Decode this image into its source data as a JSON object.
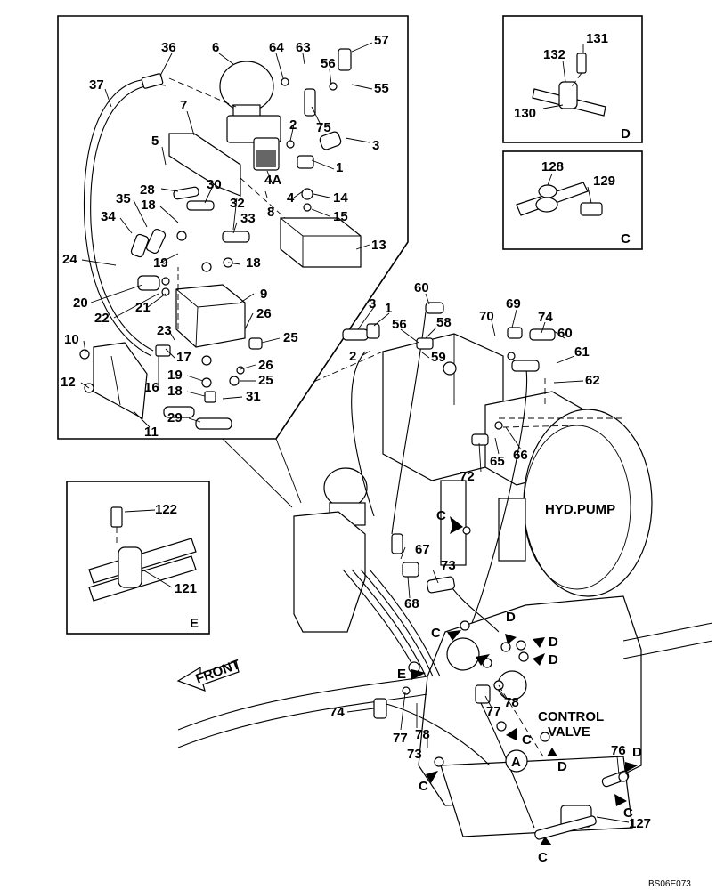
{
  "diagram": {
    "drawing_code": "BS06E073",
    "labels": {
      "hyd_pump": "HYD.PUMP",
      "control_valve_line1": "CONTROL",
      "control_valve_line2": "VALVE",
      "front": "FRONT",
      "detail_a": "A"
    },
    "detail_boxes": {
      "D": "D",
      "C": "C",
      "E": "E"
    },
    "part_numbers": {
      "p36": "36",
      "p6": "6",
      "p64": "64",
      "p63": "63",
      "p57": "57",
      "p56a": "56",
      "p55": "55",
      "p37": "37",
      "p7": "7",
      "p2a": "2",
      "p75": "75",
      "p3a": "3",
      "p5": "5",
      "p1a": "1",
      "p4A": "4A",
      "p28": "28",
      "p30": "30",
      "p32": "32",
      "p8": "8",
      "p4": "4",
      "p14": "14",
      "p15": "15",
      "p35": "35",
      "p18a": "18",
      "p33": "33",
      "p34": "34",
      "p13": "13",
      "p24": "24",
      "p19a": "19",
      "p18b": "18",
      "p20": "20",
      "p9": "9",
      "p22": "22",
      "p21": "21",
      "p26a": "26",
      "p23": "23",
      "p25a": "25",
      "p10": "10",
      "p17": "17",
      "p26b": "26",
      "p12": "12",
      "p16": "16",
      "p19b": "19",
      "p25b": "25",
      "p18c": "18",
      "p31": "31",
      "p29": "29",
      "p11": "11",
      "p131": "131",
      "p132": "132",
      "p130": "130",
      "p128": "128",
      "p129": "129",
      "p60a": "60",
      "p69": "69",
      "p3b": "3",
      "p1b": "1",
      "p70": "70",
      "p74a": "74",
      "p56b": "56",
      "p58": "58",
      "p60b": "60",
      "p2b": "2",
      "p59": "59",
      "p61": "61",
      "p62": "62",
      "p72": "72",
      "p65": "65",
      "p66": "66",
      "p122": "122",
      "p121": "121",
      "p67": "67",
      "p73a": "73",
      "p68": "68",
      "p74b": "74",
      "p77a": "77",
      "p78a": "78",
      "p73b": "73",
      "p77b": "77",
      "p78b": "78",
      "p76": "76",
      "p127": "127"
    },
    "view_markers": {
      "C1": "C",
      "C2": "C",
      "C3": "C",
      "C4": "C",
      "C5": "C",
      "C6": "C",
      "D1": "D",
      "D2": "D",
      "D3": "D",
      "D4": "D",
      "D5": "D",
      "E1": "E"
    }
  }
}
